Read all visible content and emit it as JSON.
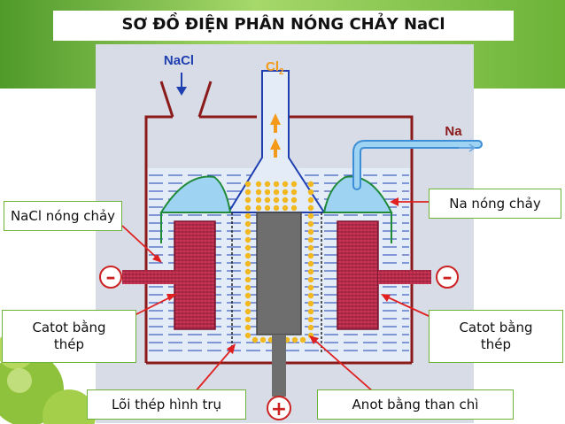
{
  "title": "SƠ ĐỒ ĐIỆN PHÂN NÓNG CHẢY NaCl",
  "diagram": {
    "feed_label": "NaCl",
    "gas_label_main": "Cl",
    "gas_label_sub": "2",
    "product_label": "Na",
    "polarity_negative": "–",
    "polarity_positive": "+"
  },
  "callouts": {
    "molten_nacl": "NaCl nóng chảy",
    "molten_na": "Na nóng chảy",
    "cathode_left": "Catot bằng thép",
    "cathode_right": "Catot bằng thép",
    "steel_core": "Lõi thép hình trụ",
    "anode": "Anot bằng than chì"
  },
  "colors": {
    "green_band": "#7cbf3f",
    "electrolyte": "#dfe9f5",
    "electrolyte_lines": "#1f3fb0",
    "cathode_fill": "#c8325a",
    "anode_fill": "#6e6e6e",
    "bubbles": "#f2b820",
    "molten_na": "#9ed3f2",
    "arrow_red": "#e02020",
    "arrow_orange": "#f49a1a",
    "label_border": "#6fb33b"
  }
}
